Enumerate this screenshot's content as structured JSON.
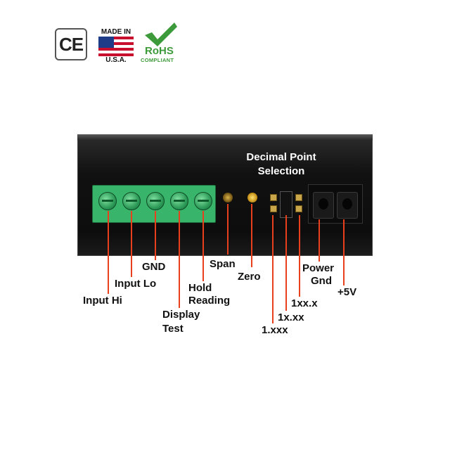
{
  "badges": {
    "ce": "CE",
    "usa_line1": "MADE IN",
    "usa_line2": "U.S.A.",
    "rohs_title": "RoHS",
    "rohs_sub": "COMPLIANT"
  },
  "device": {
    "section_title_line1": "Decimal Point",
    "section_title_line2": "Selection"
  },
  "labels": {
    "input_hi": "Input Hi",
    "input_lo": "Input Lo",
    "gnd": "GND",
    "display_test_1": "Display",
    "display_test_2": "Test",
    "hold_reading_1": "Hold",
    "hold_reading_2": "Reading",
    "span": "Span",
    "zero": "Zero",
    "dp_1xxx": "1.xxx",
    "dp_1xxx2": "1x.xx",
    "dp_1xxx3": "1xx.x",
    "power_gnd_1": "Power",
    "power_gnd_2": "Gnd",
    "plus5v": "+5V"
  },
  "colors": {
    "terminal_green": "#38b56a",
    "leader_line": "#e8401c",
    "pot_span": "#8a6a1a",
    "pot_zero": "#e0b020",
    "rohs_green": "#3d9a3a"
  }
}
